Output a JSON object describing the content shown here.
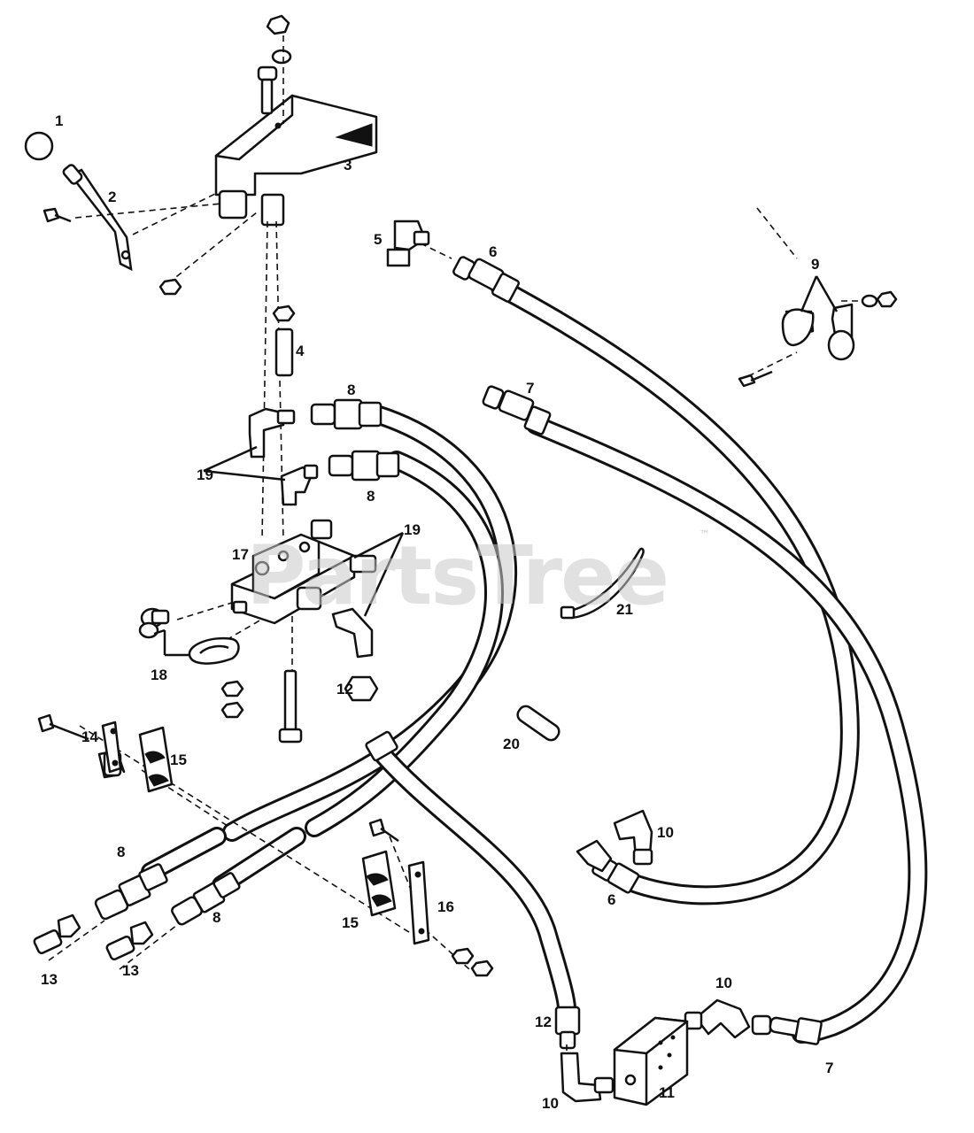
{
  "watermark": {
    "text": "PartsTree",
    "trademark": "™"
  },
  "callouts": {
    "c1": "1",
    "c2": "2",
    "c3": "3",
    "c4": "4",
    "c5": "5",
    "c6a": "6",
    "c6b": "6",
    "c7a": "7",
    "c7b": "7",
    "c8a": "8",
    "c8b": "8",
    "c8c": "8",
    "c8d": "8",
    "c9": "9",
    "c10a": "10",
    "c10b": "10",
    "c10c": "10",
    "c11": "11",
    "c12a": "12",
    "c12b": "12",
    "c13a": "13",
    "c13b": "13",
    "c14": "14",
    "c15a": "15",
    "c15b": "15",
    "c16": "16",
    "c17": "17",
    "c18": "18",
    "c19a": "19",
    "c19b": "19",
    "c20": "20",
    "c21": "21"
  }
}
